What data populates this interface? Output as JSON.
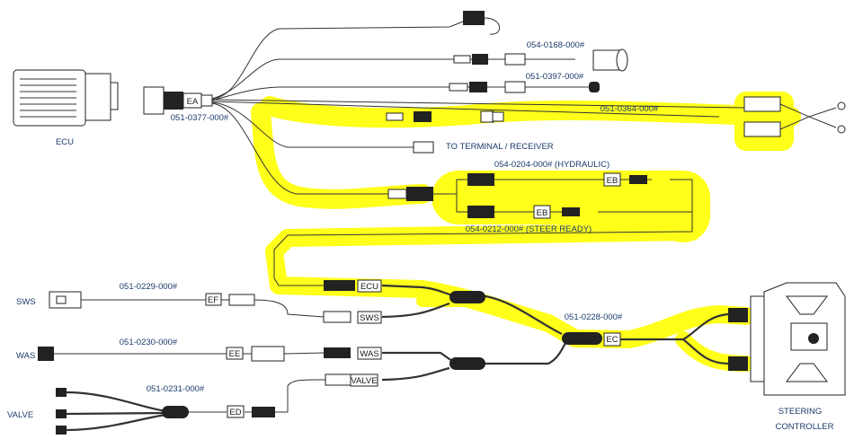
{
  "title": "",
  "highlight_color": "#ffff1a",
  "components": {
    "ecu": "ECU",
    "steering_controller_line1": "STEERING",
    "steering_controller_line2": "CONTROLLER",
    "sws": "SWS",
    "was": "WAS",
    "valve": "VALVE"
  },
  "parts": {
    "main_harness": "051-0377-000#",
    "p0168": "054-0168-000#",
    "p0397": "051-0397-000#",
    "p0364": "051-0364-000#",
    "terminal": "TO TERMINAL / RECEIVER",
    "hydraulic": "054-0204-000# (HYDRAULIC)",
    "steer_ready": "054-0212-000# (STEER READY)",
    "p0229": "051-0229-000#",
    "p0230": "051-0230-000#",
    "p0231": "051-0231-000#",
    "p0228": "051-0228-000#"
  },
  "tags": {
    "ea": "EA",
    "eb1": "EB",
    "eb2": "EB",
    "ec": "EC",
    "ed": "ED",
    "ee": "EE",
    "ef": "EF",
    "ecu_tag": "ECU",
    "sws_tag": "SWS",
    "was_tag": "WAS",
    "valve_tag": "VALVE"
  }
}
